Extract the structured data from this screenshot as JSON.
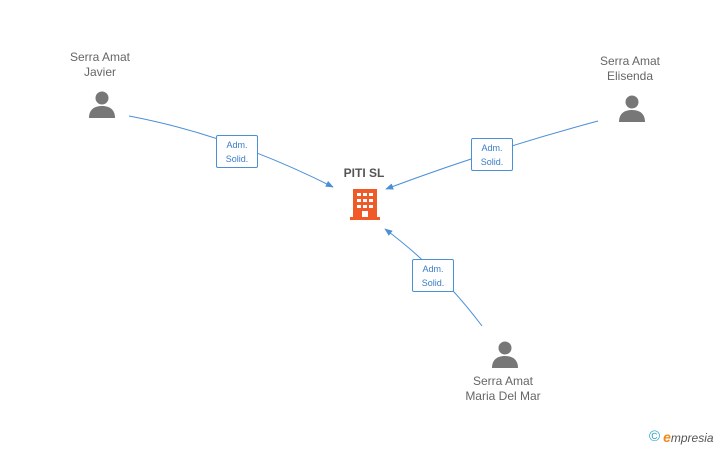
{
  "company": {
    "name": "PITI SL",
    "icon": "building-icon",
    "color": "#f05a28"
  },
  "people": [
    {
      "id": "javier",
      "name_line1": "Serra Amat",
      "name_line2": "Javier",
      "icon": "person-icon"
    },
    {
      "id": "elisenda",
      "name_line1": "Serra Amat",
      "name_line2": "Elisenda",
      "icon": "person-icon"
    },
    {
      "id": "mariadelmar",
      "name_line1": "Serra Amat",
      "name_line2": "Maria Del Mar",
      "icon": "person-icon"
    }
  ],
  "relations": [
    {
      "from": "javier",
      "line1": "Adm.",
      "line2": "Solid."
    },
    {
      "from": "elisenda",
      "line1": "Adm.",
      "line2": "Solid."
    },
    {
      "from": "mariadelmar",
      "line1": "Adm.",
      "line2": "Solid."
    }
  ],
  "colors": {
    "edge": "#4a8fd8",
    "person": "#777777",
    "label": "#666666"
  },
  "watermark": {
    "symbol": "©",
    "brand_initial": "e",
    "brand_rest": "mpresia"
  }
}
